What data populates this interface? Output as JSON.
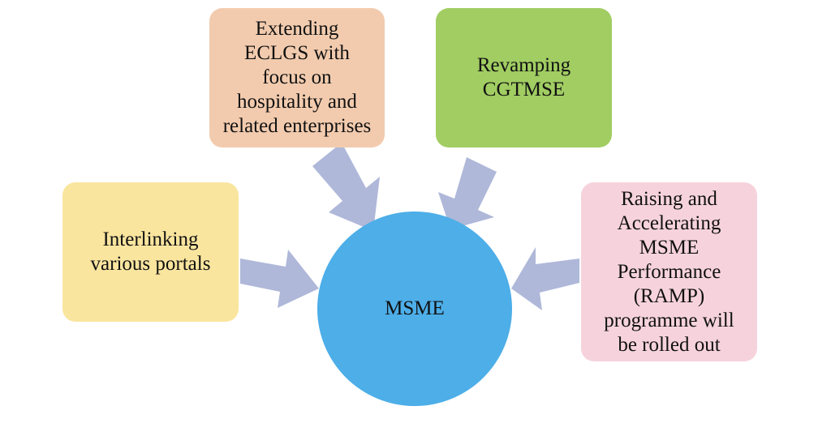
{
  "diagram": {
    "hub": {
      "label": "MSME",
      "color": "#4DAEE8"
    },
    "nodes": [
      {
        "id": "eclgs",
        "lines": [
          "Extending",
          "ECLGS with",
          "focus on",
          "hospitality and",
          "related enterprises"
        ],
        "color": "#F2CBAE"
      },
      {
        "id": "cgtmse",
        "lines": [
          "Revamping",
          "CGTMSE"
        ],
        "color": "#A1CD62"
      },
      {
        "id": "portals",
        "lines": [
          "Interlinking",
          "various portals"
        ],
        "color": "#FAE59F"
      },
      {
        "id": "ramp",
        "lines": [
          "Raising and",
          "Accelerating",
          "MSME",
          "Performance",
          "(RAMP)",
          "programme will",
          "be rolled out"
        ],
        "color": "#F6D3DC"
      }
    ],
    "arrow_color": "#AFB8D9"
  }
}
